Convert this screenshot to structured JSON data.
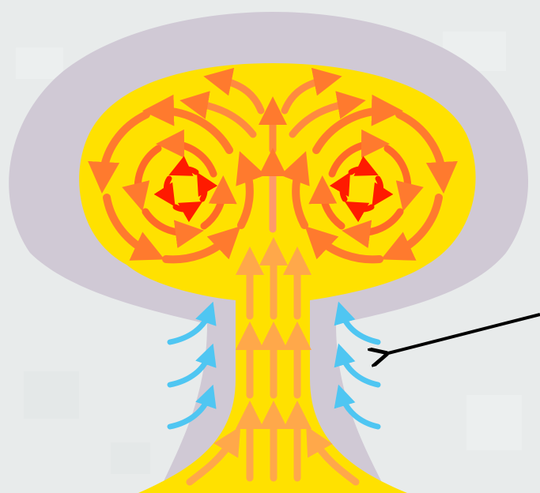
{
  "diagram": {
    "subject": "mushroom-cloud-convection",
    "colors": {
      "background": "#e8ebeb",
      "cloud_shell": "#d0c9d5",
      "fireball": "#ffe100",
      "vortex_outer": "#ff7a2e",
      "vortex_core": "#ff1a00",
      "updraft_stem": "#ffa84a",
      "updraft_center": "#ff9a6a",
      "inflow": "#4fc6f2",
      "pointer": "#000000"
    },
    "arrow_groups": [
      {
        "name": "left-vortex-outer-ring",
        "direction": "counterclockwise",
        "color_key": "vortex_outer"
      },
      {
        "name": "left-vortex-inner-ring",
        "direction": "counterclockwise",
        "color_key": "vortex_outer"
      },
      {
        "name": "left-vortex-core",
        "direction": "counterclockwise",
        "color_key": "vortex_core"
      },
      {
        "name": "right-vortex-outer-ring",
        "direction": "clockwise",
        "color_key": "vortex_outer"
      },
      {
        "name": "right-vortex-inner-ring",
        "direction": "clockwise",
        "color_key": "vortex_outer"
      },
      {
        "name": "right-vortex-core",
        "direction": "clockwise",
        "color_key": "vortex_core"
      },
      {
        "name": "stem-updraft",
        "direction": "up",
        "color_key": "updraft_stem"
      },
      {
        "name": "left-inflow",
        "direction": "up-right",
        "color_key": "inflow"
      },
      {
        "name": "right-inflow",
        "direction": "up-left",
        "color_key": "inflow"
      }
    ],
    "pointer": {
      "name": "callout-arrow",
      "target": "right-inflow"
    }
  }
}
